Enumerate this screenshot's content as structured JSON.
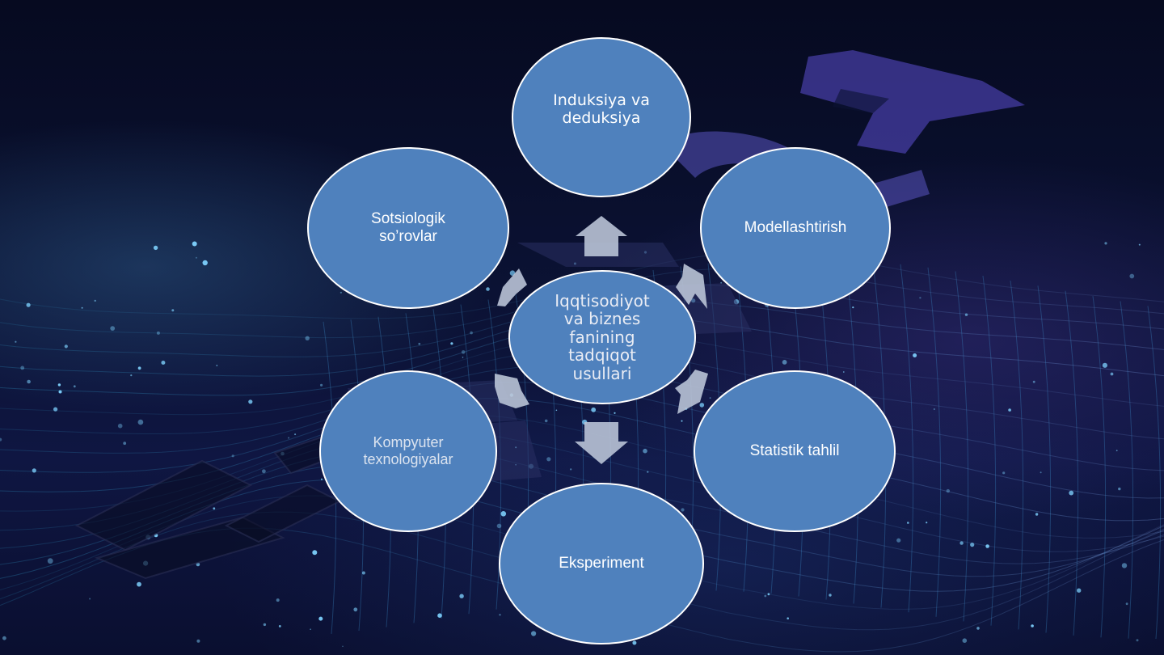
{
  "diagram": {
    "center": "Iqqtisodiyot\nva biznes\nfanining\ntadqiqot\nusullari",
    "nodes": {
      "top": "Induksiya va\ndeduksiya",
      "upper_right": "Modellashtirish",
      "lower_right": "Statistik tahlil",
      "bottom": "Eksperiment",
      "lower_left": "Kompyuter\ntexnologiyalar",
      "upper_left": "Sotsiologik\nso’rovlar"
    }
  },
  "colors": {
    "node_fill": "#4f81bd",
    "node_border": "#ffffff",
    "arrow_fill": "#b9c3d6",
    "background": "#0b1234",
    "watermark": "#5b4fd0"
  }
}
